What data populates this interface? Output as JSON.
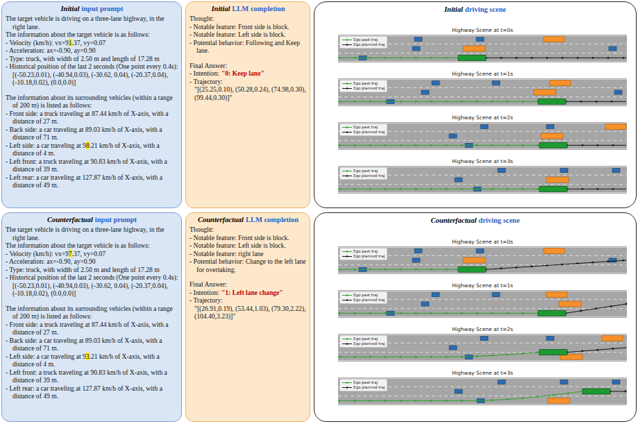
{
  "diagram": {
    "nodes": [
      {
        "text": [
          "Initial",
          "input prompt",
          "The target vehicle is driving on a three-lane highway, in the right lane.",
          "The information about the target vehicle is as follows:",
          "- Velocity (km/h): vx=9",
          "1",
          ".37, vy=0.07",
          "- Acceleration: ax=-0.90, ay=0.90",
          "- Type: truck, with width of 2.50 m and length of 17.28 m",
          "- Historical position of the last 2 seconds (One point every 0.4s): [(-50.23,0.01), (-40.94,0.03), (-30.62, 0.04), (-20.37,0.04), (-10.18,0.02), (0.0,0.0)]",
          "The information about its surrounding vehicles (within a range of 200 m) is listed as follows:",
          "- Front side: a truck traveling at 87.44 km/h of X-axis, with a distance of 27 m.",
          "- Back side: a car traveling at 89.03 km/h of X-axis, with a distance of 71 m.",
          "- Left side: a car traveling at 9",
          "8",
          ".21 km/h of X-axis, with a distance of 4 m.",
          "- Left front: a truck traveling at 90.83 km/h of X-axis, with a distance of 39 m.",
          "- Left rear: a car traveling at 127.87 km/h of X-axis, with a distance of 49 m."
        ]
      },
      {
        "text": [
          "Initial",
          "LLM completion",
          "Thought:",
          "- Notable feature: Front side is block.",
          "- Notable feature: Left side is block.",
          "- Potential behavior: Following and Keep lane.",
          "Final Answer:",
          "- Intention:",
          "\"0: Keep lane\"",
          "- Trajectory:",
          "\"[(25.25,0.10), (50.28,0.24), (74.98,0.30), (99.44,0.30)]\""
        ]
      },
      {
        "text": [
          "Initial",
          "driving scene"
        ]
      },
      {
        "text": [
          "Highway Scene at t=0s"
        ],
        "in": 2
      },
      {
        "text": [
          "Highway Scene at t=1s"
        ],
        "in": 2
      },
      {
        "text": [
          "Highway Scene at t=2s"
        ],
        "in": 2
      },
      {
        "text": [
          "Highway Scene at t=3s"
        ],
        "in": 2
      },
      {
        "text": [
          "Counterfactual",
          "input prompt",
          "The target vehicle is driving on a three-lane highway, in the right lane.",
          "The information about the target vehicle is as follows:",
          "- Velocity (km/h): vx=9",
          "7",
          ".37, vy=0.07",
          "- Acceleration: ax=-0.90, ay=0.90",
          "- Type: truck, with width of 2.50 m and length of 17.28 m",
          "- Historical position of the last 2 seconds (One point every 0.4s): [(-50.23,0.01), (-40.94,0.03), (-30.62, 0.04), (-20.37,0.04), (-10.18,0.02), (0.0,0.0)]",
          "The information about its surrounding vehicles (within a range of 200 m) is listed as follows:",
          "- Front side: a truck traveling at 87.44 km/h of X-axis, with a distance of 27 m.",
          "- Back side: a car traveling at 89.03 km/h of X-axis, with a distance of 71 m.",
          "- Left side: a car traveling at 9",
          "3",
          ".21 km/h of X-axis, with a distance of 4 m.",
          "- Left front: a truck traveling at 90.83 km/h of X-axis, with a distance of 39 m.",
          "- Left rear: a car traveling at 127.87 km/h of X-axis, with a distance of 49 m."
        ]
      },
      {
        "text": [
          "Counterfactual",
          "LLM completion",
          "Thought:",
          "- Notable feature: Front side is block.",
          "- Notable feature: Left side is block.",
          "- Notable feature: right lane",
          "- Potential behavior: Change to the left lane for overtaking.",
          "Final Answer:",
          "- Intention:",
          "\"1: Left lane change\"",
          "- Trajectory:",
          "\"[(26.91,0.19), (53.44,1.03), (79.30,2.22), (104.40,3.23)]\""
        ]
      },
      {
        "text": [
          "Counterfactual",
          "driving scene"
        ]
      },
      {
        "text": [
          "Highway Scene at t=0s"
        ],
        "in": 9
      },
      {
        "text": [
          "Highway Scene at t=1s"
        ],
        "in": 9
      },
      {
        "text": [
          "Highway Scene at t=2s"
        ],
        "in": 9
      },
      {
        "text": [
          "Highway Scene at t=3s"
        ],
        "in": 9
      }
    ],
    "legend": [
      {
        "text": "Ego past traj"
      },
      {
        "text": "Ego planned traj"
      },
      {
        "text": "Ego past traj"
      },
      {
        "text": "Ego planned traj"
      },
      {
        "text": "Ego past traj"
      },
      {
        "text": "Ego planned traj"
      },
      {
        "text": "Ego past traj"
      },
      {
        "text": "Ego planned traj"
      },
      {
        "text": "Ego past traj"
      },
      {
        "text": "Ego planned traj"
      },
      {
        "text": "Ego past traj"
      },
      {
        "text": "Ego planned traj"
      },
      {
        "text": "Ego past traj"
      },
      {
        "text": "Ego planned traj"
      },
      {
        "text": "Ego past traj"
      },
      {
        "text": "Ego planned traj"
      }
    ]
  }
}
